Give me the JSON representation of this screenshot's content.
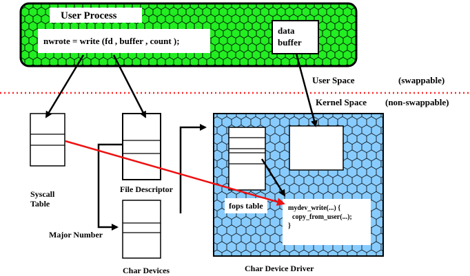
{
  "user_process": {
    "title": "User Process",
    "call": "nwrote = write (fd , buffer , count );",
    "data_buffer": [
      "data",
      "buffer"
    ]
  },
  "spaces": {
    "user": "User Space",
    "user_note": "(swappable)",
    "kernel": "Kernel Space",
    "kernel_note": "(non-swappable)"
  },
  "labels": {
    "syscall_table": [
      "Syscall",
      "Table"
    ],
    "file_descriptor": "File Descriptor",
    "major_number": "Major Number",
    "char_devices": "Char Devices",
    "fops_table": "fops table",
    "char_device_driver": "Char Device Driver"
  },
  "code_box": {
    "lines": [
      "mydev_write(...) {",
      "copy_from_user(...);",
      "}"
    ]
  },
  "colors": {
    "user_process_fill": "#22ee22",
    "driver_fill": "#88ccff",
    "boundary_dots": "#ff2222",
    "red_arrow": "#ee1111",
    "stroke": "#000000"
  }
}
